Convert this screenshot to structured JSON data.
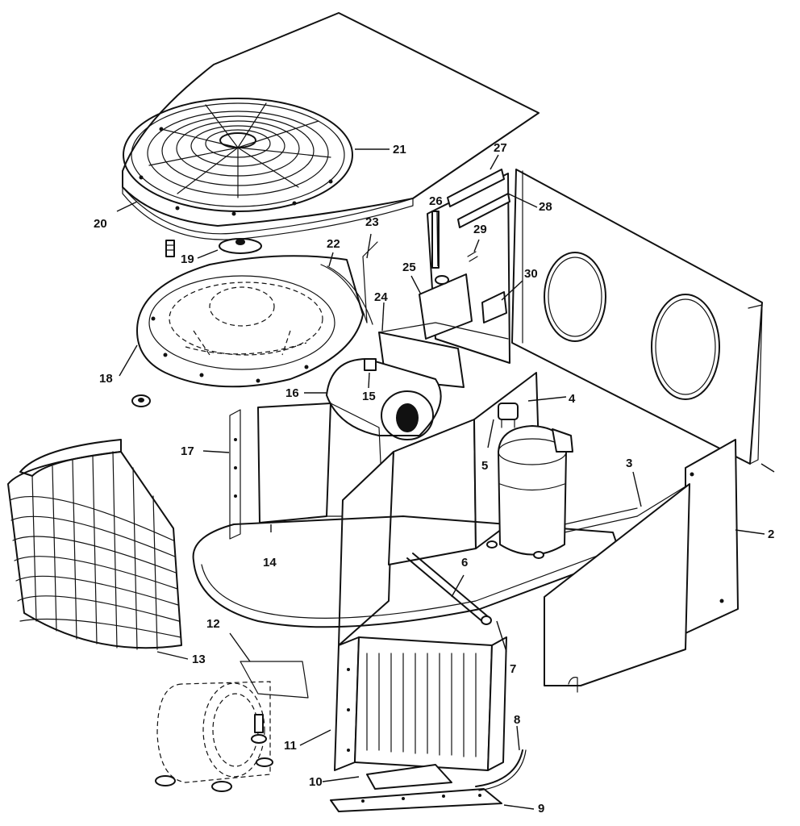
{
  "diagram": {
    "colors": {
      "ink": "#111111",
      "paper": "#ffffff"
    },
    "callouts": [
      {
        "id": "2",
        "text": "2"
      },
      {
        "id": "3",
        "text": "3"
      },
      {
        "id": "4",
        "text": "4"
      },
      {
        "id": "5",
        "text": "5"
      },
      {
        "id": "6",
        "text": "6"
      },
      {
        "id": "7",
        "text": "7"
      },
      {
        "id": "8",
        "text": "8"
      },
      {
        "id": "9",
        "text": "9"
      },
      {
        "id": "10",
        "text": "10"
      },
      {
        "id": "11",
        "text": "11"
      },
      {
        "id": "12",
        "text": "12"
      },
      {
        "id": "13",
        "text": "13"
      },
      {
        "id": "14",
        "text": "14"
      },
      {
        "id": "15",
        "text": "15"
      },
      {
        "id": "16",
        "text": "16"
      },
      {
        "id": "17",
        "text": "17"
      },
      {
        "id": "18",
        "text": "18"
      },
      {
        "id": "19",
        "text": "19"
      },
      {
        "id": "20",
        "text": "20"
      },
      {
        "id": "21",
        "text": "21"
      },
      {
        "id": "22",
        "text": "22"
      },
      {
        "id": "23",
        "text": "23"
      },
      {
        "id": "24",
        "text": "24"
      },
      {
        "id": "25",
        "text": "25"
      },
      {
        "id": "26",
        "text": "26"
      },
      {
        "id": "27",
        "text": "27"
      },
      {
        "id": "28",
        "text": "28"
      },
      {
        "id": "29",
        "text": "29"
      },
      {
        "id": "30",
        "text": "30"
      }
    ]
  }
}
